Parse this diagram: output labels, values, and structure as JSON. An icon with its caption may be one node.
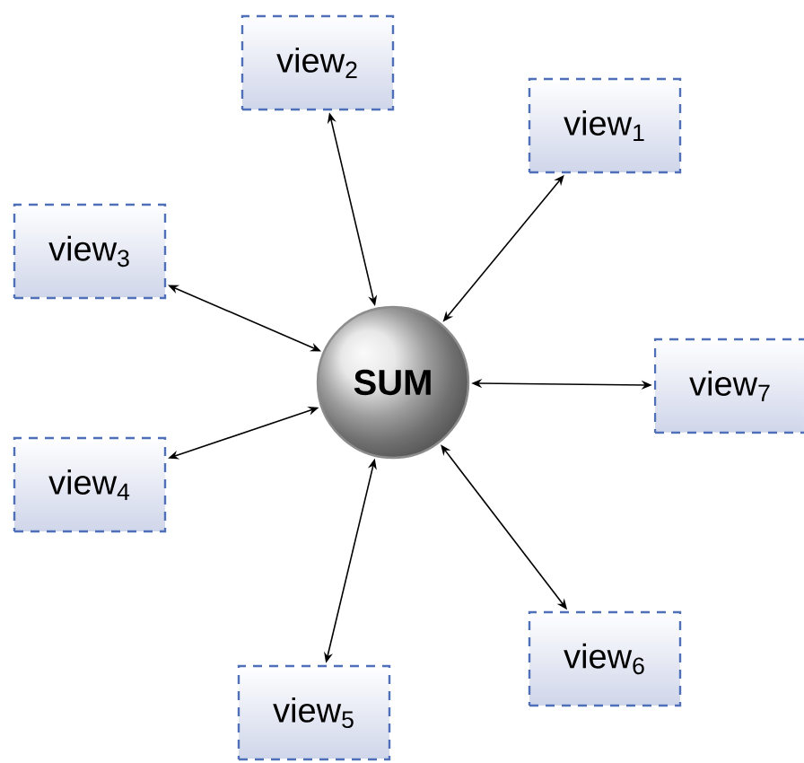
{
  "diagram": {
    "nodes": [
      {
        "text": [
          "SUM"
        ]
      },
      {
        "text": [
          "view$_{2}$"
        ]
      },
      {
        "text": [
          "view$_{1}$"
        ]
      },
      {
        "text": [
          "view$_{3}$"
        ]
      },
      {
        "text": [
          "view$_{7}$"
        ]
      },
      {
        "text": [
          "view$_{4}$"
        ]
      },
      {
        "text": [
          "view$_{6}$"
        ]
      },
      {
        "text": [
          "view$_{5}$"
        ]
      }
    ],
    "edges": [
      {
        "from": 0,
        "to": 1,
        "arrow": "both"
      },
      {
        "from": 0,
        "to": 2,
        "arrow": "both"
      },
      {
        "from": 0,
        "to": 3,
        "arrow": "both"
      },
      {
        "from": 0,
        "to": 4,
        "arrow": "both"
      },
      {
        "from": 0,
        "to": 5,
        "arrow": "both"
      },
      {
        "from": 0,
        "to": 6,
        "arrow": "both"
      },
      {
        "from": 0,
        "to": 7,
        "arrow": "both"
      }
    ]
  }
}
